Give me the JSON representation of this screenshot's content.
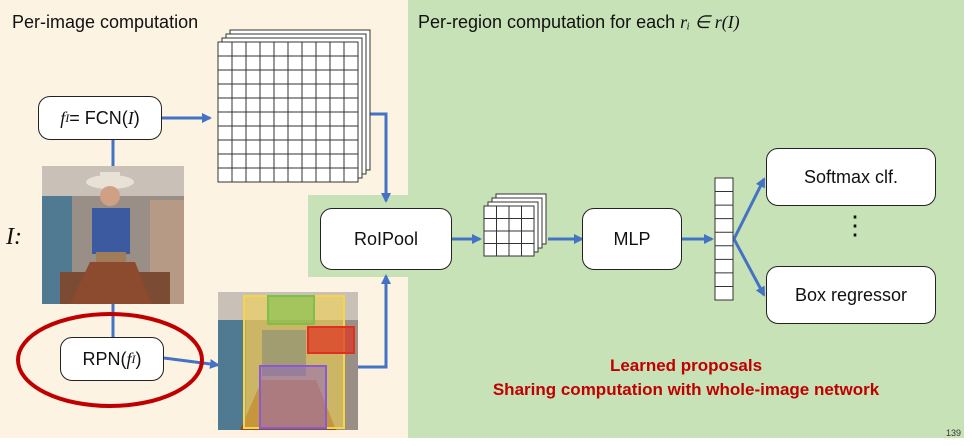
{
  "left_panel": {
    "title": "Per-image computation"
  },
  "right_panel": {
    "title": "Per-region computation for each ",
    "title_math": "rᵢ ∈ r(I)"
  },
  "boxes": {
    "fcn": {
      "label_math": "f",
      "label_sub": "I",
      "label_rest": " = FCN(",
      "label_var": "I",
      "label_close": ")"
    },
    "rpn": {
      "label_pre": "RPN(",
      "label_math": "f",
      "label_sub": "I",
      "label_close": ")"
    },
    "roipool": {
      "label": "RoIPool"
    },
    "mlp": {
      "label": "MLP"
    },
    "softmax": {
      "label": "Softmax clf."
    },
    "box_regressor": {
      "label": "Box regressor"
    },
    "ellipsis": {
      "label": "⋮"
    }
  },
  "image_label": {
    "var": "I",
    "colon": ":"
  },
  "notes": {
    "line1": "Learned proposals",
    "line2": "Sharing computation with whole-image network"
  },
  "page_number": "139",
  "colors": {
    "left_bg": "#fdf3e3",
    "right_bg": "#c8e2b7",
    "arrow": "#4472c4",
    "accent_red": "#c00000",
    "proposal_yellow": "#f5d64a",
    "proposal_green": "#7cc04a",
    "proposal_red": "#e03020",
    "proposal_purple": "#8a5ad0"
  }
}
